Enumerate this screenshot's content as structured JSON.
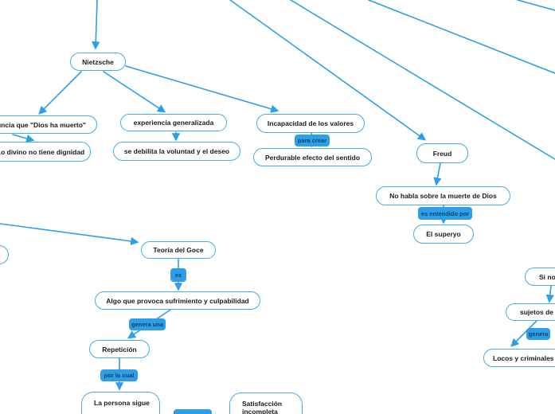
{
  "diagram": {
    "nodes": {
      "nietzsche": "Nietzsche",
      "anuncia": "anuncia que \"Dios ha muerto\"",
      "lo_divino": "Lo divino no tiene dignidad",
      "experiencia": "experiencia generalizada",
      "se_debilita": "se debilita la voluntad y el deseo",
      "incapacidad": "Incapacidad de los valores",
      "perdurable": "Perdurable efecto del sentido",
      "freud": "Freud",
      "no_habla": "No habla sobre la muerte de Dios",
      "el_superyo": "El superyo",
      "teoria_del_goce": "Teoría del Goce",
      "algo_que_provoca": "Algo que provoca sufrimiento y culpabilidad",
      "repeticion": "Repetición",
      "la_persona": "La persona sigue",
      "satisfaccion": "Satisfacción incompleta",
      "si_no": "Si no",
      "sujetos_de": "sujetos de e",
      "locos": "Locos y criminales"
    },
    "edge_labels": {
      "para_crear": "para crear",
      "es_entendido_por": "es entendido por",
      "es": "es",
      "genera_una": "genera una",
      "por_lo_cual": "por lo cual",
      "genera": "genera"
    },
    "colors": {
      "edge": "#2E9EE7",
      "node_border": "#45A9EA",
      "label_bg": "#2E9EE7",
      "label_text": "#0E4466",
      "node_text": "#1A1A1A"
    }
  }
}
